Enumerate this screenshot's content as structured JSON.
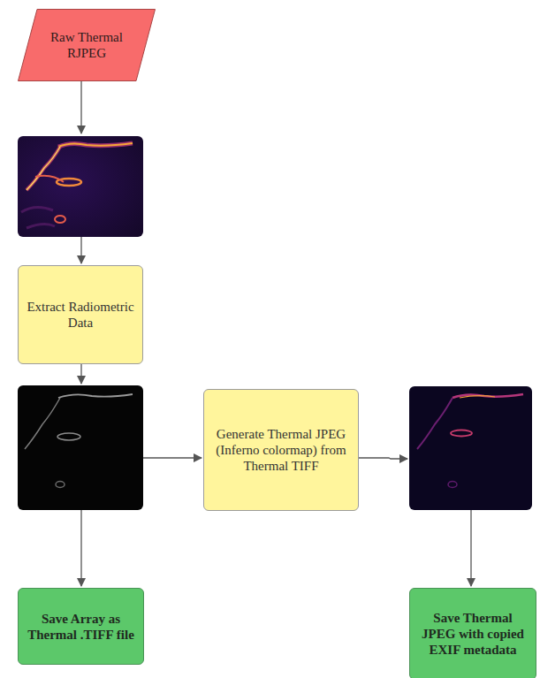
{
  "diagram": {
    "nodes": [
      {
        "text": [
          "Raw Thermal RJPEG"
        ]
      },
      {
        "text": [
          "Extract Radiometric Data"
        ]
      },
      {
        "text": [
          "Generate Thermal JPEG (Inferno colormap) from Thermal TIFF"
        ]
      },
      {
        "text": [
          "Save Array as Thermal .TIFF file"
        ]
      },
      {
        "text": [
          "Save Thermal JPEG with copied EXIF metadata"
        ]
      }
    ]
  }
}
